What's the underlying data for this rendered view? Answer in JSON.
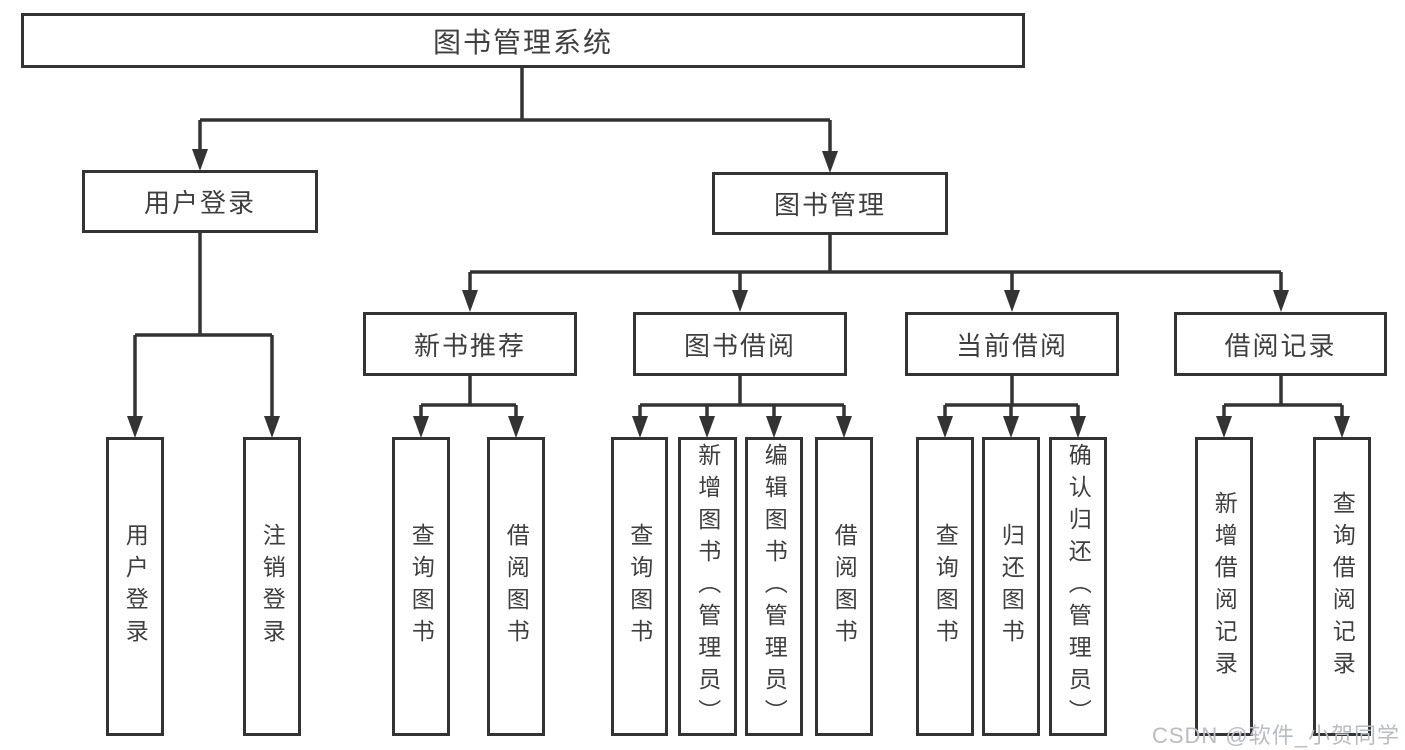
{
  "diagram": {
    "root": {
      "label": "图书管理系统"
    },
    "level2": {
      "user_login": {
        "label": "用户登录",
        "children": {
          "login": {
            "label": "用户登录"
          },
          "logout": {
            "label": "注销登录"
          }
        }
      },
      "book_management": {
        "label": "图书管理",
        "children": {
          "new_book_recommend": {
            "label": "新书推荐",
            "children": {
              "query_books": {
                "label": "查询图书"
              },
              "borrow_books": {
                "label": "借阅图书"
              }
            }
          },
          "book_borrowing": {
            "label": "图书借阅",
            "children": {
              "query_books": {
                "label": "查询图书"
              },
              "add_books": {
                "label": "新增图书（管理员）"
              },
              "edit_books": {
                "label": "编辑图书（管理员）"
              },
              "borrow_books": {
                "label": "借阅图书"
              }
            }
          },
          "current_borrowing": {
            "label": "当前借阅",
            "children": {
              "query_books": {
                "label": "查询图书"
              },
              "return_books": {
                "label": "归还图书"
              },
              "confirm_return": {
                "label": "确认归还（管理员）"
              }
            }
          },
          "borrowing_records": {
            "label": "借阅记录",
            "children": {
              "add_record": {
                "label": "新增借阅记录"
              },
              "query_record": {
                "label": "查询借阅记录"
              }
            }
          }
        }
      }
    }
  },
  "watermark": {
    "text": "CSDN @软件_小贺同学"
  },
  "colors": {
    "line": "#333333",
    "box_border": "#333333",
    "text": "#3f3f3f",
    "watermark": "#b7bdc5",
    "background": "#ffffff"
  }
}
